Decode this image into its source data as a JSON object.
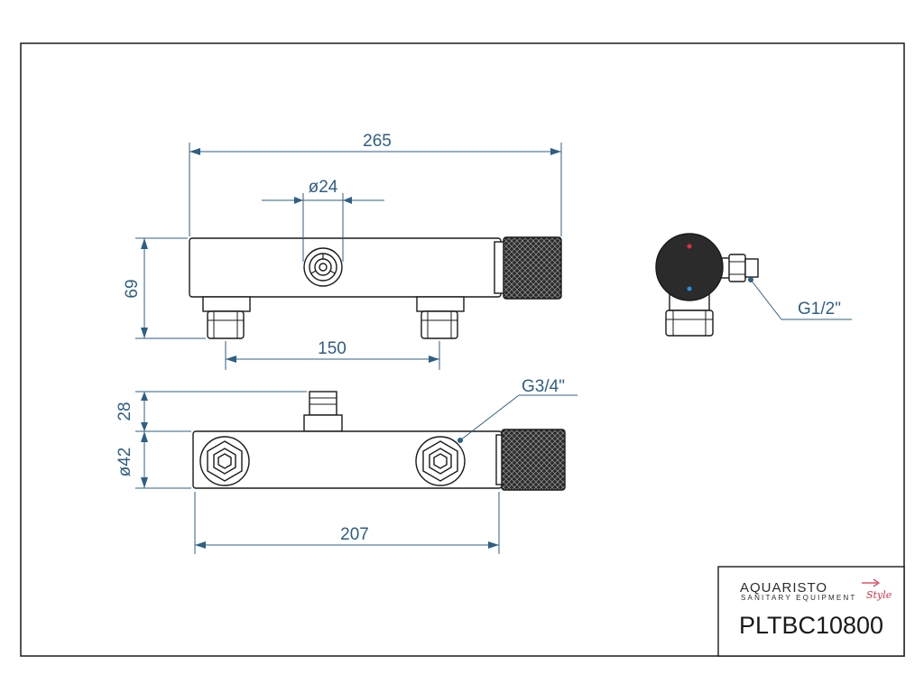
{
  "dimensions": {
    "length_total": "265",
    "diameter_top": "ø24",
    "height": "69",
    "spacing": "150",
    "connector_height": "28",
    "diameter_body": "ø42",
    "length_bottom": "207"
  },
  "threads": {
    "inlet": "G3/4\"",
    "side": "G1/2\""
  },
  "title_block": {
    "brand_left": "AQUA",
    "brand_right": "RISTO",
    "brand_sub": "SANITARY EQUIPMENT",
    "brand_script": "Style",
    "product_code": "PLTBC10800"
  },
  "colors": {
    "dimension": "#2f5f83",
    "outline": "#1a1a1a",
    "knob": "#2b2b2b",
    "hot_marker": "#e0303a",
    "cold_marker": "#2a8fd8",
    "brand_accent": "#d8324a"
  }
}
